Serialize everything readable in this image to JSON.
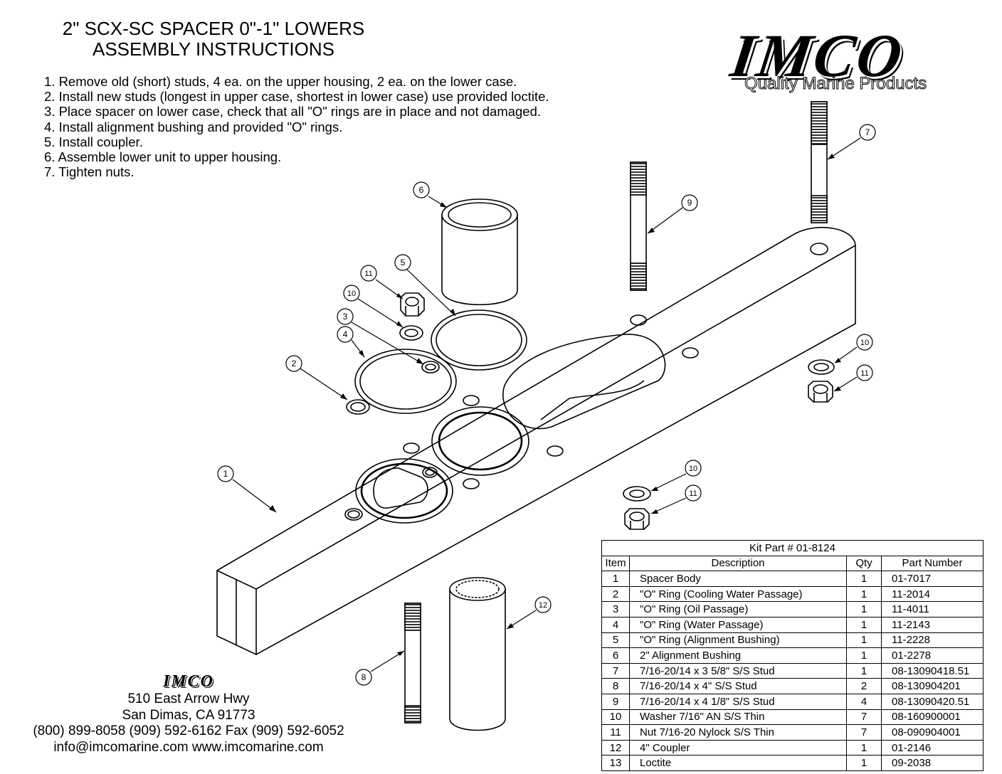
{
  "title": {
    "line1": "2\" SCX-SC SPACER 0\"-1\" LOWERS",
    "line2": "ASSEMBLY INSTRUCTIONS"
  },
  "steps": [
    "1.  Remove old (short) studs, 4 ea. on the upper housing, 2 ea. on the lower case.",
    "2.  Install new studs (longest in upper case, shortest in lower case) use provided loctite.",
    "3.  Place spacer on lower case, check that all \"O\" rings are in place and not damaged.",
    "4.  Install alignment bushing and provided \"O\" rings.",
    "5.  Install coupler.",
    "6.  Assemble lower unit to upper housing.",
    "7.  Tighten nuts."
  ],
  "logo": {
    "name": "IMCO",
    "tagline": "Quality Marine Products"
  },
  "callouts": [
    "1",
    "2",
    "3",
    "4",
    "5",
    "6",
    "7",
    "8",
    "9",
    "10",
    "11",
    "12",
    "10",
    "11",
    "10",
    "11"
  ],
  "address": {
    "logo": "IMCO",
    "street": "510 East Arrow Hwy",
    "city": "San Dimas, CA 91773",
    "phone": "(800) 899-8058 (909) 592-6162  Fax (909) 592-6052",
    "web": "info@imcomarine.com  www.imcomarine.com"
  },
  "kit": {
    "title": "Kit Part # 01-8124",
    "headers": [
      "Item",
      "Description",
      "Qty",
      "Part Number"
    ],
    "rows": [
      [
        "1",
        "Spacer Body",
        "1",
        "01-7017"
      ],
      [
        "2",
        "\"O\" Ring (Cooling Water Passage)",
        "1",
        "11-2014"
      ],
      [
        "3",
        "\"O\" Ring (Oil Passage)",
        "1",
        "11-4011"
      ],
      [
        "4",
        "\"O\" Ring (Water Passage)",
        "1",
        "11-2143"
      ],
      [
        "5",
        "\"O\" Ring (Alignment Bushing)",
        "1",
        "11-2228"
      ],
      [
        "6",
        "2\" Alignment Bushing",
        "1",
        "01-2278"
      ],
      [
        "7",
        "7/16-20/14 x 3 5/8\" S/S Stud",
        "1",
        "08-13090418.51"
      ],
      [
        "8",
        "7/16-20/14 x 4\" S/S Stud",
        "2",
        "08-130904201"
      ],
      [
        "9",
        "7/16-20/14 x 4 1/8\" S/S Stud",
        "4",
        "08-13090420.51"
      ],
      [
        "10",
        "Washer 7/16\" AN S/S Thin",
        "7",
        "08-160900001"
      ],
      [
        "11",
        "Nut 7/16-20 Nylock S/S Thin",
        "7",
        "08-090904001"
      ],
      [
        "12",
        "4\" Coupler",
        "1",
        "01-2146"
      ],
      [
        "13",
        "Loctite",
        "1",
        "09-2038"
      ]
    ]
  }
}
